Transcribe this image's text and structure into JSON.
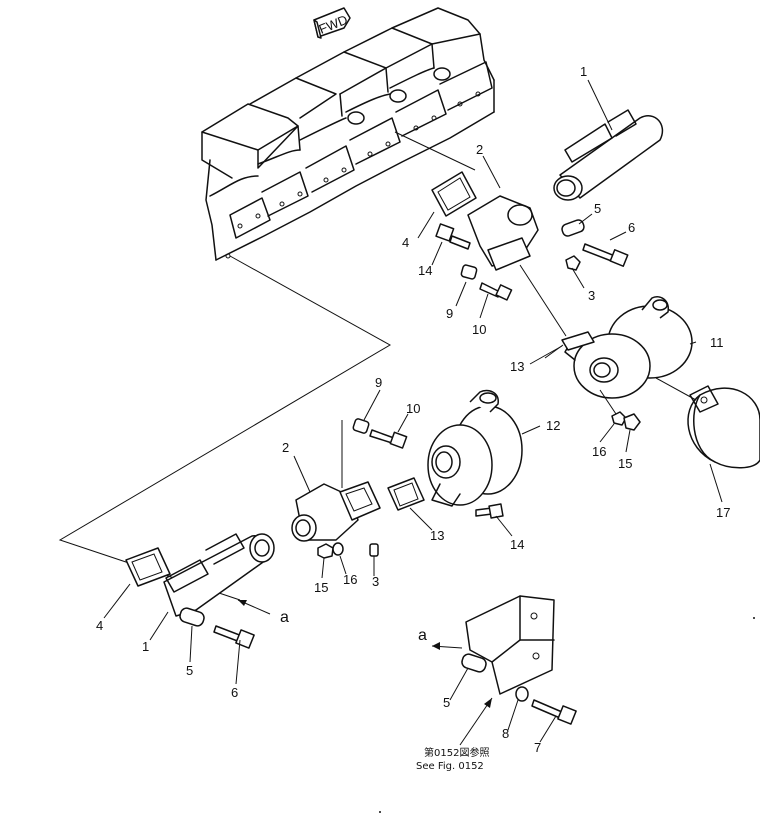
{
  "fwd_label": "FWD",
  "labels": {
    "l1": "1",
    "l2": "2",
    "l3": "3",
    "l4": "4",
    "l5": "5",
    "l6": "6",
    "l9": "9",
    "l10": "10",
    "l11": "11",
    "l12": "12",
    "l13": "13",
    "l14": "14",
    "l15": "15",
    "l16": "16",
    "l17": "17",
    "l2b": "2",
    "l3b": "3",
    "l4b": "4",
    "l9b": "9",
    "l10b": "10",
    "l13b": "13",
    "l14b": "14",
    "l15b": "15",
    "l16b": "16",
    "l1c": "1",
    "l5c": "5",
    "l6c": "6",
    "l5d": "5",
    "l7": "7",
    "l8": "8",
    "a1": "a",
    "a2": "a"
  },
  "see_fig_jp": "第0152図参照",
  "see_fig_en": "See Fig. 0152"
}
